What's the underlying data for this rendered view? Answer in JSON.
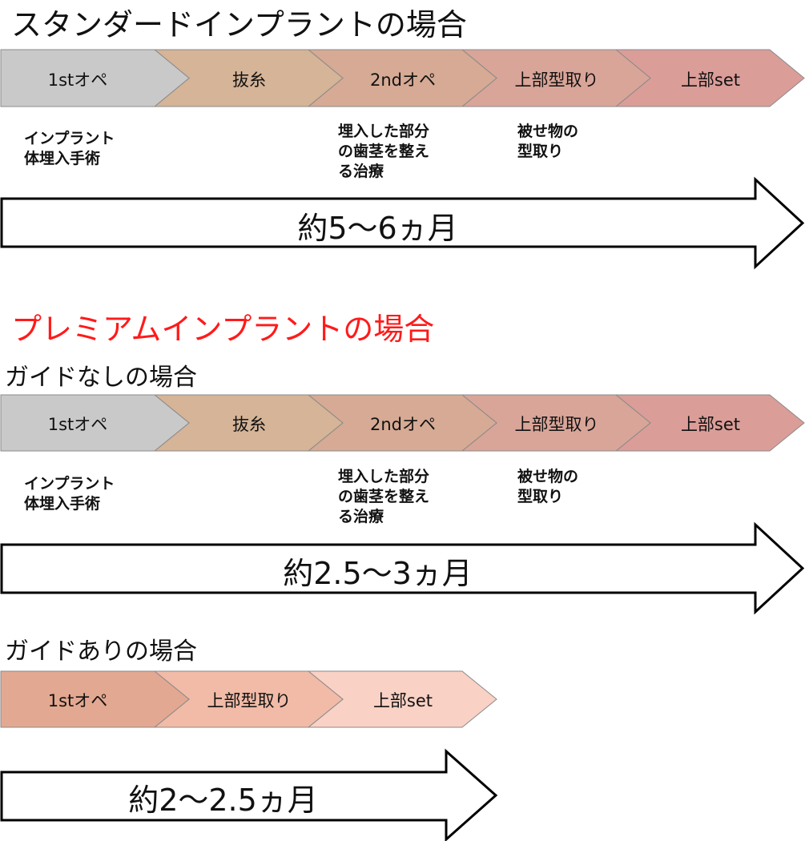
{
  "standard": {
    "title": "スタンダードインプラントの場合",
    "steps": [
      {
        "label": "1stオペ",
        "color": "#c9c9c9"
      },
      {
        "label": "抜糸",
        "color": "#d5b497"
      },
      {
        "label": "2ndオペ",
        "color": "#d6aa94"
      },
      {
        "label": "上部型取り",
        "color": "#d9a598"
      },
      {
        "label": "上部set",
        "color": "#db9d98"
      }
    ],
    "notes": [
      {
        "step": 0,
        "text": "インプラント\n体埋入手術"
      },
      {
        "step": 2,
        "text": "埋入した部分\nの歯茎を整え\nる治療"
      },
      {
        "step": 3,
        "text": "被せ物の\n型取り"
      }
    ],
    "duration": "約5〜6ヵ月"
  },
  "premium": {
    "title": "プレミアムインプラントの場合",
    "title_color": "#ff1a1a",
    "no_guide": {
      "title": "ガイドなしの場合",
      "steps": [
        {
          "label": "1stオペ",
          "color": "#c9c9c9"
        },
        {
          "label": "抜糸",
          "color": "#d5b497"
        },
        {
          "label": "2ndオペ",
          "color": "#d6aa94"
        },
        {
          "label": "上部型取り",
          "color": "#d9a598"
        },
        {
          "label": "上部set",
          "color": "#db9d98"
        }
      ],
      "notes": [
        {
          "step": 0,
          "text": "インプラント\n体埋入手術"
        },
        {
          "step": 2,
          "text": "埋入した部分\nの歯茎を整え\nる治療"
        },
        {
          "step": 3,
          "text": "被せ物の\n型取り"
        }
      ],
      "duration": "約2.5〜3ヵ月"
    },
    "with_guide": {
      "title": "ガイドありの場合",
      "steps": [
        {
          "label": "1stオペ",
          "color": "#e3a891"
        },
        {
          "label": "上部型取り",
          "color": "#f1bba7"
        },
        {
          "label": "上部set",
          "color": "#f9d1c5"
        }
      ],
      "duration": "約2〜2.5ヵ月"
    }
  }
}
